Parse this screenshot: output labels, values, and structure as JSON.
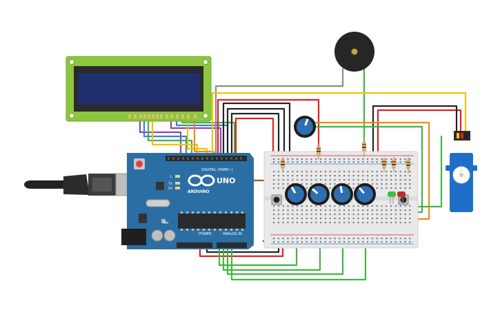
{
  "arduino": {
    "brand": "ARDUINO",
    "model": "UNO",
    "digital_label": "DIGITAL (PWM~)",
    "power_label": "POWER",
    "analog_label": "ANALOG IN",
    "tx_label": "TX",
    "rx_label": "RX",
    "l_label": "L",
    "on_label": "ON"
  },
  "colors": {
    "board": "#2b6ea3",
    "lcd_pcb": "#8dc63f",
    "lcd_screen": "#1f2f6e",
    "breadboard": "#e9e9e9",
    "servo": "#1f6fc8",
    "buzzer": "#222222",
    "wire_red": "#e02020",
    "wire_black": "#222222",
    "wire_green": "#3fb53f",
    "wire_yellow": "#f2c200",
    "wire_orange": "#f08a1c",
    "wire_gray": "#8c8c8c",
    "wire_purple": "#8e44ad",
    "wire_blue": "#2f80ed",
    "wire_brown": "#a0522d"
  },
  "icons": [
    "lcd-display",
    "piezo-buzzer",
    "servo-motor",
    "usb-cable",
    "potentiometer",
    "push-button",
    "led",
    "resistor"
  ]
}
